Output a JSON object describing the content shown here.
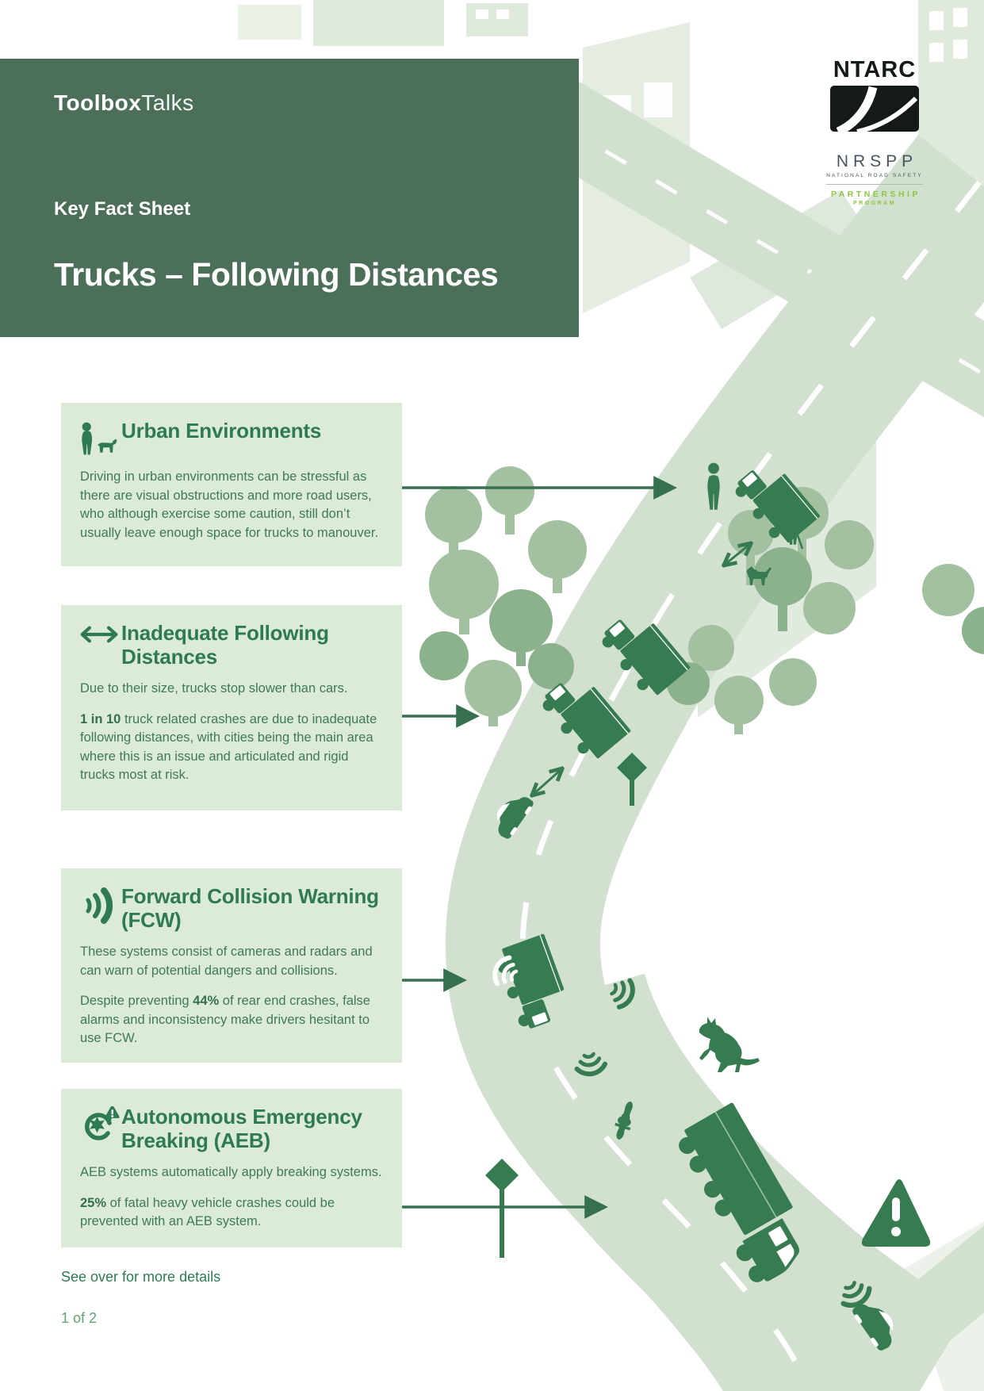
{
  "brand": {
    "bold": "Toolbox",
    "light": "Talks"
  },
  "header": {
    "eyebrow": "Key Fact Sheet",
    "title": "Trucks – Following Distances"
  },
  "logos": {
    "ntarc": {
      "name": "NTARC"
    },
    "nrspp": {
      "name": "NRSPP",
      "subtitle": "NATIONAL ROAD SAFETY",
      "partnership": "PARTNERSHIP",
      "program": "PROGRAM"
    }
  },
  "sections": [
    {
      "id": "urban-environments",
      "icon": "pedestrian-with-dog-icon",
      "title": "Urban Environments",
      "paragraphs": [
        [
          {
            "t": "Driving in urban environments can be stressful as there are visual obstructions and more road users, who although exercise some caution, still don’t usually leave enough space for trucks to manouver."
          }
        ]
      ]
    },
    {
      "id": "inadequate-following-distances",
      "icon": "following-distance-arrow-icon",
      "title": "Inadequate Following Distances",
      "paragraphs": [
        [
          {
            "t": "Due to their size, trucks stop slower than cars."
          }
        ],
        [
          {
            "t": "1 in 10",
            "b": true
          },
          {
            "t": " truck related crashes are due to inadequate following distances, with cities being the main area where this is an issue and articulated and rigid trucks most at risk."
          }
        ]
      ]
    },
    {
      "id": "forward-collision-warning",
      "icon": "collision-warning-waves-icon",
      "title": "Forward Collision Warning (FCW)",
      "paragraphs": [
        [
          {
            "t": "These systems consist of cameras and radars and can warn of potential dangers and collisions."
          }
        ],
        [
          {
            "t": "Despite preventing "
          },
          {
            "t": "44%",
            "b": true
          },
          {
            "t": " of rear end crashes, false alarms and inconsistency make drivers hesitant to use FCW."
          }
        ]
      ]
    },
    {
      "id": "autonomous-emergency-breaking",
      "icon": "emergency-brake-icon",
      "title": "Autonomous Emergency Breaking (AEB)",
      "paragraphs": [
        [
          {
            "t": "AEB systems automatically apply breaking systems."
          }
        ],
        [
          {
            "t": "25%",
            "b": true
          },
          {
            "t": " of fatal heavy vehicle crashes could be prevented with an AEB system."
          }
        ]
      ]
    }
  ],
  "footer": {
    "note": "See over for more details",
    "page_indicator": "1 of 2"
  },
  "colors": {
    "banner_green": "#4b6f58",
    "box_background": "#dcead8",
    "heading_green": "#2e7b51",
    "body_green": "#3e7a57",
    "illustration_dark_green": "#377c51",
    "road_sage": "#d2e0d0",
    "building_sage": "#dfe9dc",
    "tree_light": "#a3c0a1",
    "tree_dark": "#8bb28c",
    "partnership_green": "#8dc63f"
  }
}
